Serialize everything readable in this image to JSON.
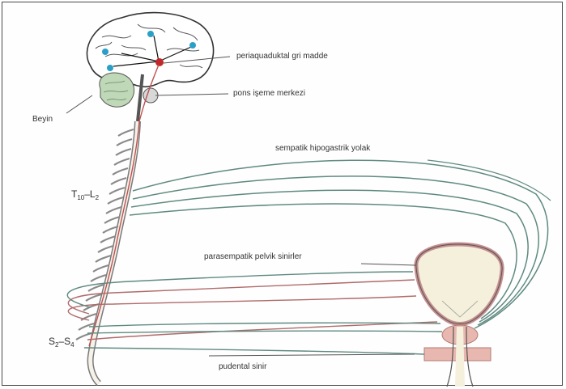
{
  "labels": {
    "periaqueductal": "periaquaduktal gri madde",
    "pons": "pons işeme merkezi",
    "brain": "Beyin",
    "sympathetic": "sempatik hipogastrik yolak",
    "parasympathetic": "parasempatik pelvik sinirler",
    "pudendal": "pudental sinir"
  },
  "segments": {
    "thoracolumbar": {
      "t": "T",
      "t_sub": "10",
      "sep": "–L",
      "l_sub": "2"
    },
    "sacral": {
      "s": "S",
      "s_sub": "2",
      "sep": "–S",
      "s2_sub": "4"
    }
  },
  "colors": {
    "nerve_green": "#5f8a80",
    "nerve_red": "#b06a6a",
    "cerebellum": "#bfd8b8",
    "bladder_fill": "#f4f0dc",
    "bladder_wall": "#c58e8e",
    "sphincter": "#e8b8b0",
    "node_blue": "#2aa0c8",
    "node_red": "#c0282a"
  },
  "icons": [
    "brain-icon",
    "spinal-cord-icon",
    "bladder-icon"
  ]
}
